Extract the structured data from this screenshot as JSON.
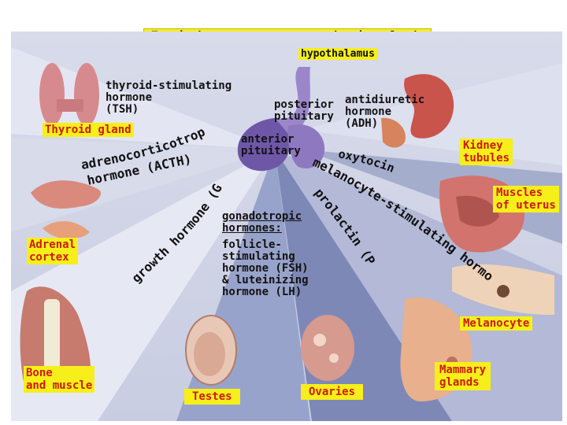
{
  "title": "Tropic hormones = target endocrine glands",
  "hypothalamus": "hypothalamus",
  "anterior_pituitary": "anterior\npituitary",
  "posterior_pituitary": "posterior\npituitary",
  "hormones": {
    "tsh": "thyroid-stimulating\nhormone\n(TSH)",
    "acth_line1": "adrenocorticotropic",
    "acth_line2": "hormone (ACTH)",
    "gh": "growth hormone (GH)",
    "gonadotropic": "gonadotropic\nhormones:",
    "fsh_lh": "follicle-\nstimulating\nhormone (FSH)\n& luteinizing\nhormone (LH)",
    "prl": "prolactin (PRL)",
    "msh": "melanocyte-stimulating hormone (MSH)",
    "oxytocin": "oxytocin",
    "adh": "antidiuretic\nhormone\n(ADH)"
  },
  "targets": {
    "thyroid": "Thyroid gland",
    "adrenal": "Adrenal\ncortex",
    "bone": "Bone\nand muscle",
    "testes": "Testes",
    "ovaries": "Ovaries",
    "mammary": "Mammary\nglands",
    "melanocyte": "Melanocyte",
    "uterus": "Muscles\nof uterus",
    "kidney": "Kidney\ntubules"
  },
  "colors": {
    "background": "#c9cde2",
    "ray_light": "#e2e5f1",
    "ray_mid": "#a6aecb",
    "ray_dark": "#7f88b3",
    "pituitary": "#8f7ac0",
    "label_box": "#f6ef1a",
    "label_text": "#cc1a10",
    "label_text_alt": "#1f3fa8"
  }
}
